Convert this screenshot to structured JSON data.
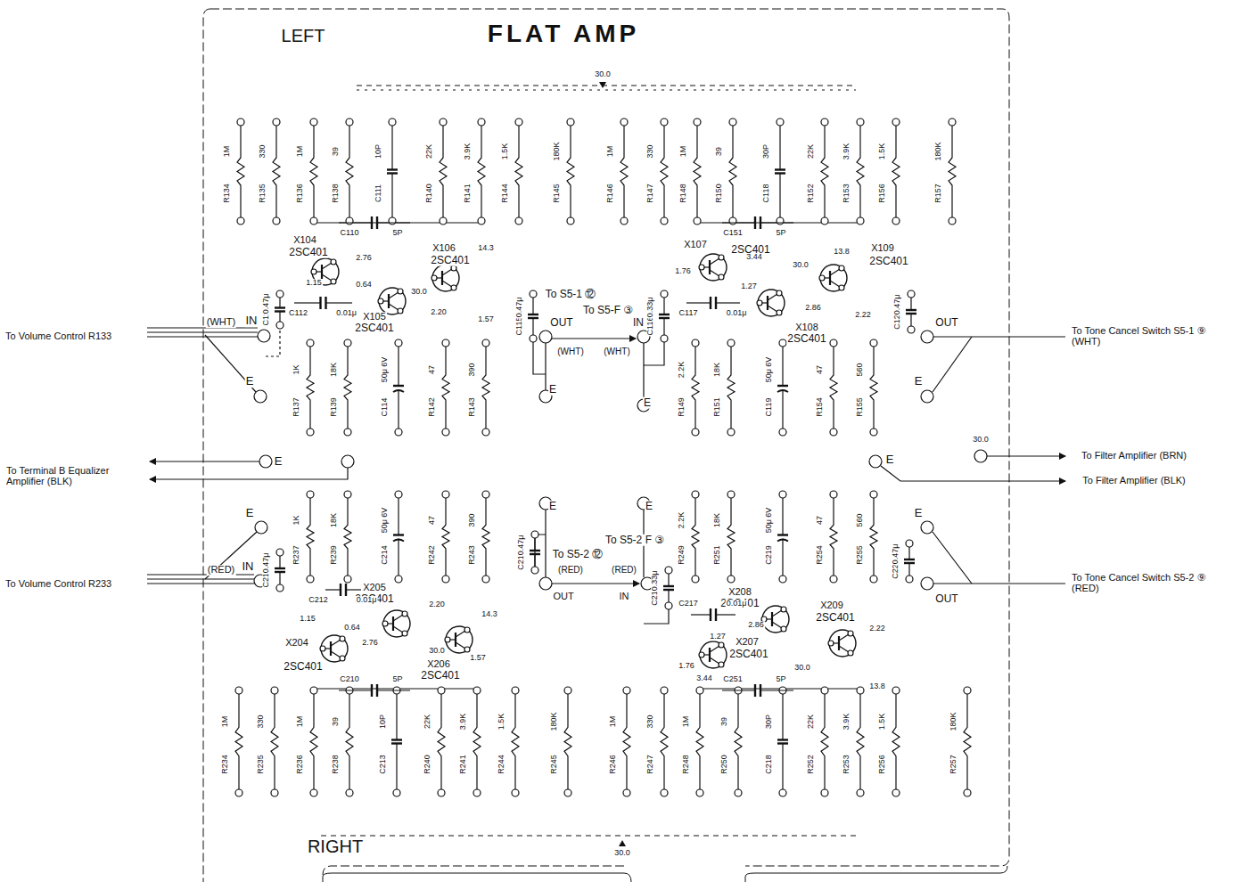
{
  "diagram": {
    "title": "FLAT AMP",
    "labels": [
      "LEFT",
      "30.0",
      "RIGHT",
      "30.0",
      "To Volume Control R133",
      "(WHT)",
      "IN",
      "E",
      "To Terminal B Equalizer Amplifier (BLK)",
      "E",
      "E",
      "IN",
      "To Volume Control R233",
      "(RED)",
      "To Tone Cancel Switch S5-1 ⑨ (WHT)",
      "OUT",
      "E",
      "30.0",
      "To Filter Amplifier (BRN)",
      "To Filter Amplifier (BLK)",
      "E",
      "E",
      "OUT",
      "To Tone Cancel Switch S5-2 ⑨ (RED)",
      "To S5-1 ⑫",
      "OUT",
      "(WHT)",
      "To S5-F ③",
      "(WHT)",
      "IN",
      "E",
      "E",
      "E",
      "To S5-2 ⑫",
      "(RED)",
      "OUT",
      "To S5-2 F ③",
      "(RED)",
      "IN",
      "E",
      "X104",
      "2SC401",
      "X105",
      "2SC401",
      "X106",
      "2SC401",
      "X107",
      "2SC401",
      "X108",
      "2SC401",
      "X109",
      "2SC401",
      "X205",
      "2SC401",
      "X204",
      "2SC401",
      "X206",
      "2SC401",
      "X208",
      "2SC401",
      "X209",
      "2SC401",
      "X207",
      "2SC401",
      "2.76",
      "1.15",
      "0.64",
      "14.3",
      "30.0",
      "2.20",
      "1.57",
      "1.76",
      "3.44",
      "1.27",
      "30.0",
      "13.8",
      "2.86",
      "2.22",
      "1.15",
      "0.64",
      "2.76",
      "2.20",
      "14.3",
      "30.0",
      "1.57",
      "2.86",
      "1.27",
      "1.76",
      "3.44",
      "30.0",
      "2.22",
      "13.8",
      "R134",
      "1M",
      "R135",
      "330",
      "R136",
      "1M",
      "R138",
      "39",
      "C111",
      "10P",
      "R140",
      "22K",
      "R141",
      "3.9K",
      "R144",
      "1.5K",
      "R145",
      "180K",
      "R146",
      "1M",
      "R147",
      "330",
      "R148",
      "1M",
      "R150",
      "39",
      "C118",
      "30P",
      "R152",
      "22K",
      "R153",
      "3.9K",
      "R156",
      "1.5K",
      "R157",
      "180K",
      "R234",
      "1M",
      "R235",
      "330",
      "R236",
      "1M",
      "R238",
      "39",
      "C213",
      "10P",
      "R240",
      "22K",
      "R241",
      "3.9K",
      "R244",
      "1.5K",
      "R245",
      "180K",
      "R246",
      "1M",
      "R247",
      "330",
      "R248",
      "1M",
      "R250",
      "39",
      "C218",
      "30P",
      "R252",
      "22K",
      "R253",
      "3.9K",
      "R256",
      "1.5K",
      "R257",
      "180K",
      "R137",
      "1K",
      "R139",
      "18K",
      "C114",
      "50μ 6V",
      "R142",
      "47",
      "R143",
      "390",
      "R149",
      "2.2K",
      "R151",
      "18K",
      "C119",
      "50μ 6V",
      "R154",
      "47",
      "R155",
      "560",
      "R237",
      "1K",
      "R239",
      "18K",
      "C214",
      "50μ 6V",
      "R242",
      "47",
      "R243",
      "390",
      "R249",
      "2.2K",
      "R251",
      "18K",
      "C219",
      "50μ 6V",
      "R254",
      "47",
      "R255",
      "560",
      "C113",
      "0.47μ",
      "C112",
      "0.01μ",
      "C110",
      "5P",
      "C115",
      "0.47μ",
      "C116",
      "0.33μ",
      "C117",
      "0.01μ",
      "C151",
      "5P",
      "C120",
      "0.47μ",
      "C211",
      "0.47μ",
      "C212",
      "0.01μ",
      "C210",
      "5P",
      "C215",
      "0.47μ",
      "C216",
      "0.33μ",
      "C217",
      "0.01μ",
      "C251",
      "5P",
      "C220",
      "0.47μ"
    ]
  }
}
